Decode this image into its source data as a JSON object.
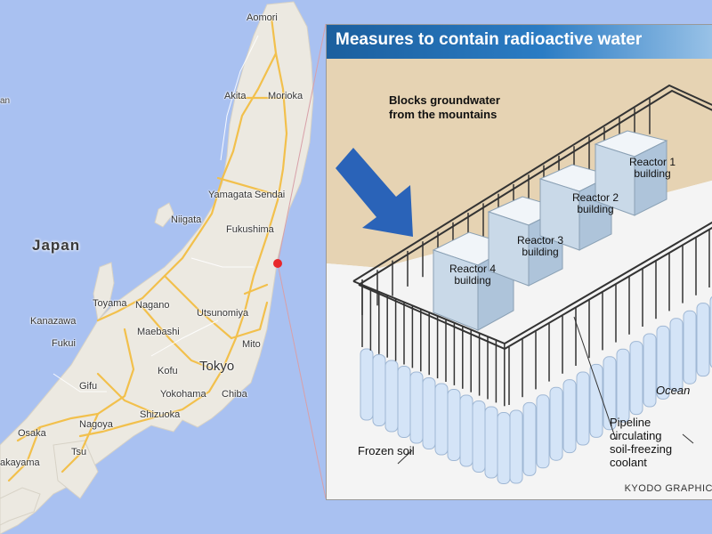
{
  "map": {
    "country_label": "Japan",
    "left_edge_label": "an",
    "cities": [
      {
        "id": "aomori",
        "name": "Aomori"
      },
      {
        "id": "akita",
        "name": "Akita"
      },
      {
        "id": "morioka",
        "name": "Morioka"
      },
      {
        "id": "yamagata",
        "name": "Yamagata"
      },
      {
        "id": "sendai",
        "name": "Sendai"
      },
      {
        "id": "niigata",
        "name": "Niigata"
      },
      {
        "id": "fukushima",
        "name": "Fukushima"
      },
      {
        "id": "toyama",
        "name": "Toyama"
      },
      {
        "id": "nagano",
        "name": "Nagano"
      },
      {
        "id": "kanazawa",
        "name": "Kanazawa"
      },
      {
        "id": "utsunomiya",
        "name": "Utsunomiya"
      },
      {
        "id": "maebashi",
        "name": "Maebashi"
      },
      {
        "id": "fukui",
        "name": "Fukui"
      },
      {
        "id": "mito",
        "name": "Mito"
      },
      {
        "id": "kofu",
        "name": "Kofu"
      },
      {
        "id": "tokyo",
        "name": "Tokyo"
      },
      {
        "id": "gifu",
        "name": "Gifu"
      },
      {
        "id": "yokohama",
        "name": "Yokohama"
      },
      {
        "id": "chiba",
        "name": "Chiba"
      },
      {
        "id": "nagoya",
        "name": "Nagoya"
      },
      {
        "id": "shizuoka",
        "name": "Shizuoka"
      },
      {
        "id": "osaka",
        "name": "Osaka"
      },
      {
        "id": "tsu",
        "name": "Tsu"
      },
      {
        "id": "wakayama",
        "name": "akayama"
      }
    ],
    "marker_color": "#e8272a",
    "land_color": "#ece9e1",
    "sea_color": "#a9c1f1",
    "highway_color": "#f2c04c"
  },
  "inset": {
    "title": "Measures to contain radioactive water",
    "groundwater_label_1": "Blocks groundwater",
    "groundwater_label_2": "from the mountains",
    "reactors": [
      {
        "line1": "Reactor 1",
        "line2": "building"
      },
      {
        "line1": "Reactor 2",
        "line2": "building"
      },
      {
        "line1": "Reactor 3",
        "line2": "building"
      },
      {
        "line1": "Reactor 4",
        "line2": "building"
      }
    ],
    "ocean_label": "Ocean",
    "frozen_soil_label": "Frozen soil",
    "pipeline_line1": "Pipeline",
    "pipeline_line2": "circulating",
    "pipeline_line3": "soil-freezing",
    "pipeline_line4": "coolant",
    "credit": "KYODO GRAPHIC",
    "title_color": "#1b5f9e",
    "frozen_column_color": "#d4e4f7"
  }
}
